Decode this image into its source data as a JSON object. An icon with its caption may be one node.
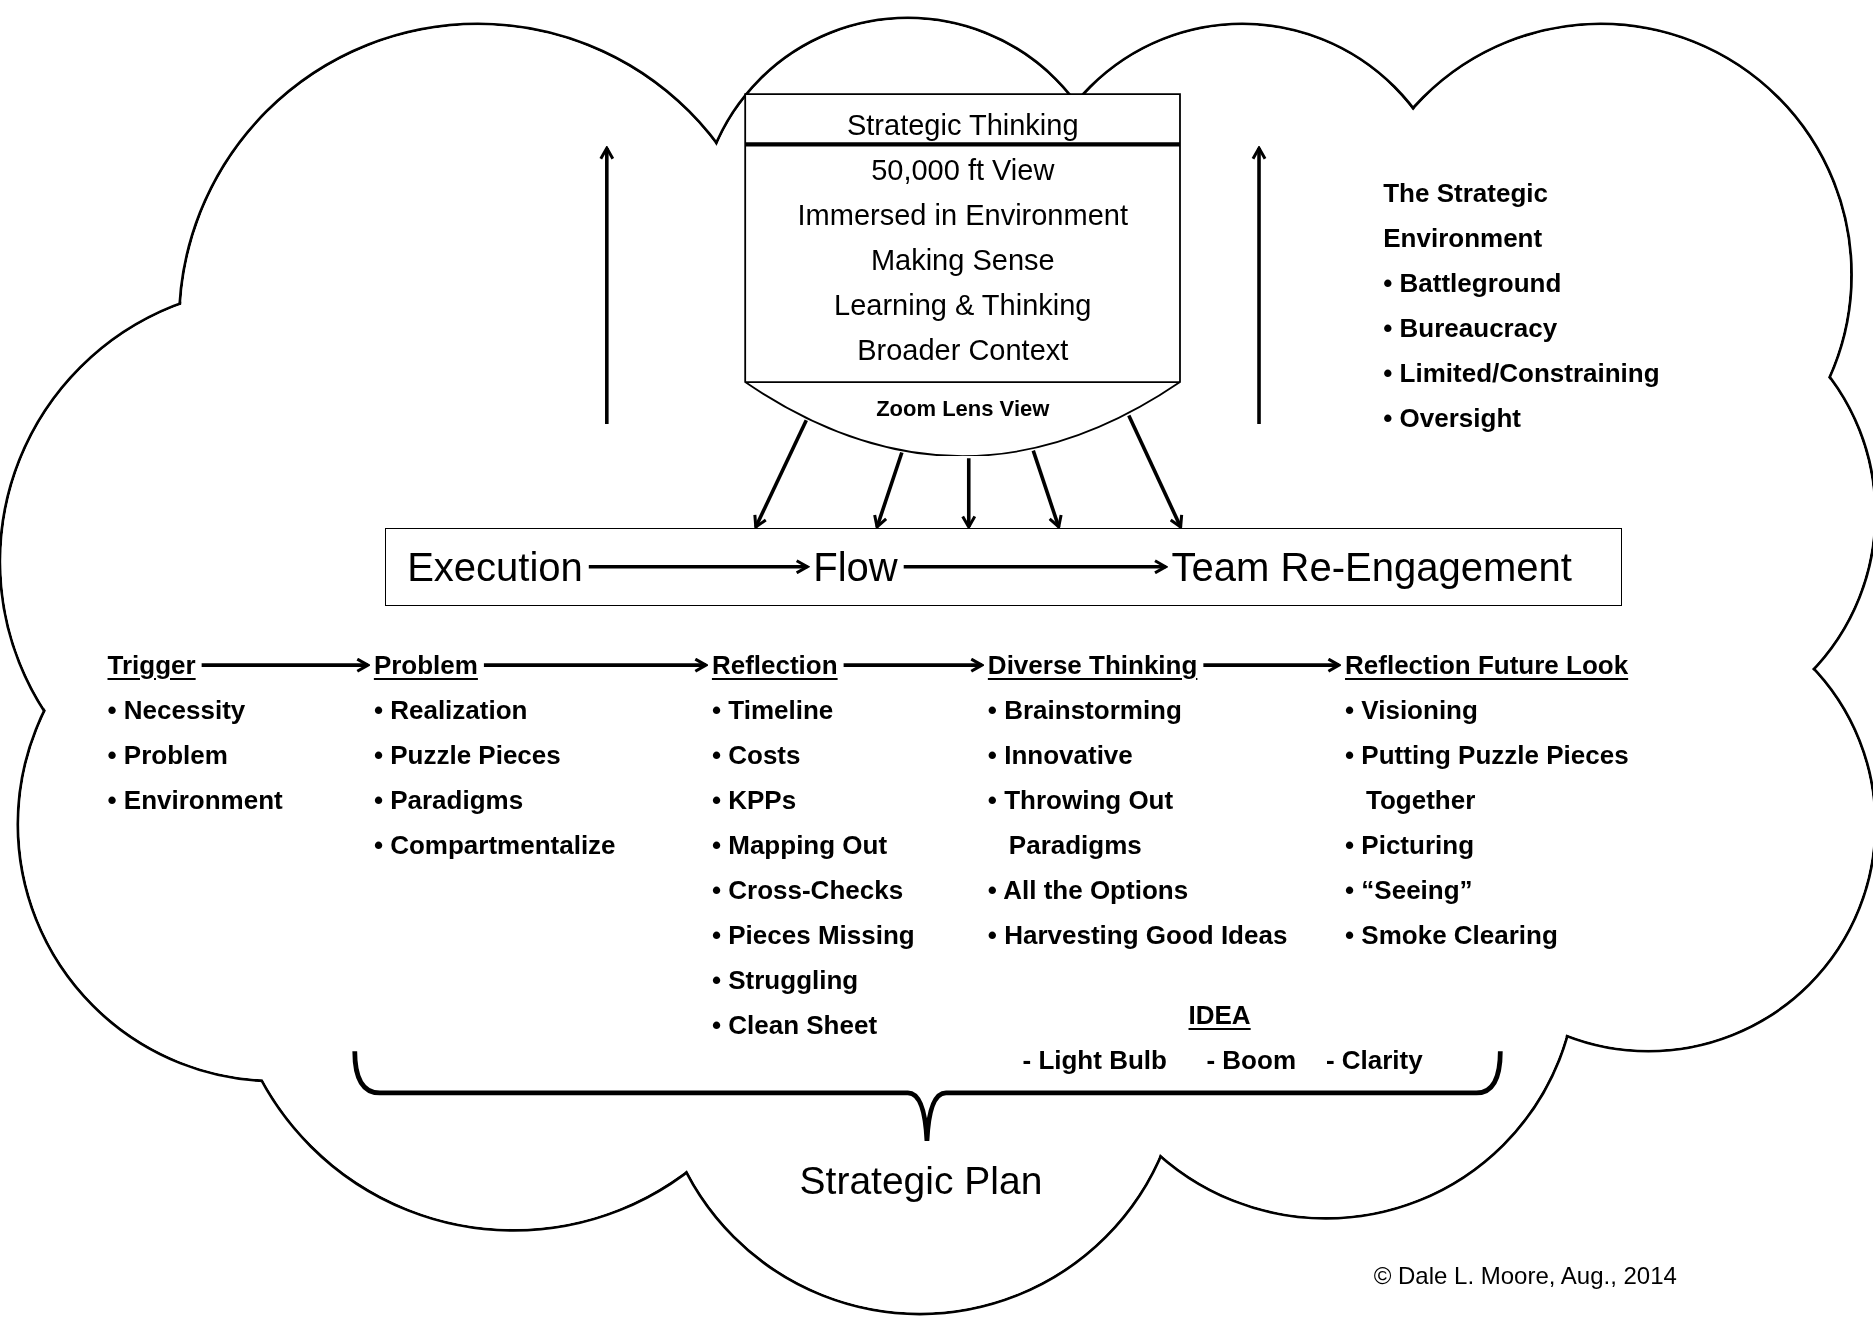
{
  "diagram": {
    "nodes": [
      {
        "text": [],
        "shape": "cloud"
      },
      {
        "text": [
          "Strategic Thinking",
          "50,000 ft View",
          "Immersed in Environment",
          "Making Sense",
          "Learning & Thinking",
          "Broader Context",
          "Zoom Lens View"
        ],
        "in": 0
      },
      {
        "text": [],
        "shape": "box",
        "in": 0
      },
      {
        "text": [
          "Execution"
        ],
        "in": 2
      },
      {
        "text": [
          "Flow"
        ],
        "in": 2
      },
      {
        "text": [
          "Team Re-Engagement"
        ],
        "in": 2
      },
      {
        "text": [
          "Trigger"
        ],
        "beside": [
          "• Necessity",
          "• Problem",
          "• Environment"
        ],
        "in": 0
      },
      {
        "text": [
          "Problem"
        ],
        "beside": [
          "• Realization",
          "• Puzzle Pieces",
          "• Paradigms",
          "• Compartmentalize"
        ],
        "in": 0
      },
      {
        "text": [
          "Reflection"
        ],
        "beside": [
          "• Timeline",
          "• Costs",
          "• KPPs",
          "• Mapping Out",
          "• Cross-Checks",
          "• Pieces Missing",
          "• Struggling",
          "• Clean Sheet"
        ],
        "in": 0
      },
      {
        "text": [
          "Diverse Thinking"
        ],
        "beside": [
          "• Brainstorming",
          "• Innovative",
          "• Throwing Out Paradigms",
          "• All the Options",
          "• Harvesting Good Ideas"
        ],
        "in": 0
      },
      {
        "text": [
          "Reflection Future Look"
        ],
        "beside": [
          "• Visioning",
          "• Putting Puzzle Pieces Together",
          "• Picturing",
          "• “Seeing”",
          "• Smoke Clearing"
        ],
        "in": 0
      }
    ],
    "edges": [
      {
        "from": 3,
        "to": 4,
        "arrow": "to"
      },
      {
        "from": 4,
        "to": 5,
        "arrow": "to"
      },
      {
        "from": 6,
        "to": 7,
        "arrow": "to"
      },
      {
        "from": 7,
        "to": 8,
        "arrow": "to"
      },
      {
        "from": 8,
        "to": 9,
        "arrow": "to"
      },
      {
        "from": 9,
        "to": 10,
        "arrow": "to"
      },
      {
        "from": 1,
        "to": 2,
        "arrow": "to"
      },
      {
        "from": 1,
        "to": 2,
        "arrow": "to"
      },
      {
        "from": 1,
        "to": 2,
        "arrow": "to"
      },
      {
        "from": 1,
        "to": 2,
        "arrow": "to"
      },
      {
        "from": 1,
        "to": 2,
        "arrow": "to"
      }
    ],
    "labels": [
      "The Strategic Environment",
      "• Battleground",
      "• Bureaucracy",
      "• Limited/Constraining",
      "• Oversight",
      "IDEA",
      "- Light Bulb",
      "- Boom",
      "- Clarity",
      "Strategic Plan",
      "© Dale L. Moore, Aug., 2014"
    ]
  }
}
